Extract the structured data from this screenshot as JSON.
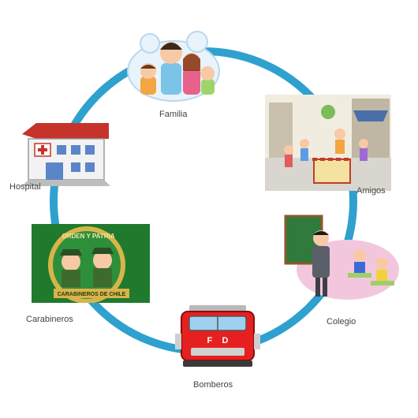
{
  "diagram": {
    "ring_color": "#2ea1cf",
    "nodes": [
      {
        "id": "familia",
        "label": "Familia",
        "icon": "family-icon"
      },
      {
        "id": "amigos",
        "label": "Amigos",
        "icon": "friends-street-icon"
      },
      {
        "id": "colegio",
        "label": "Colegio",
        "icon": "school-classroom-icon"
      },
      {
        "id": "bomberos",
        "label": "Bomberos",
        "icon": "fire-truck-icon"
      },
      {
        "id": "carabineros",
        "label": "Carabineros",
        "icon": "police-badge-icon"
      },
      {
        "id": "hospital",
        "label": "Hospital",
        "icon": "hospital-building-icon"
      }
    ],
    "badge_text": {
      "carabineros_top": "ORDEN Y PATRIA",
      "carabineros_bottom": "CARABINEROS DE CHILE",
      "truck_letters": "F    D"
    }
  }
}
